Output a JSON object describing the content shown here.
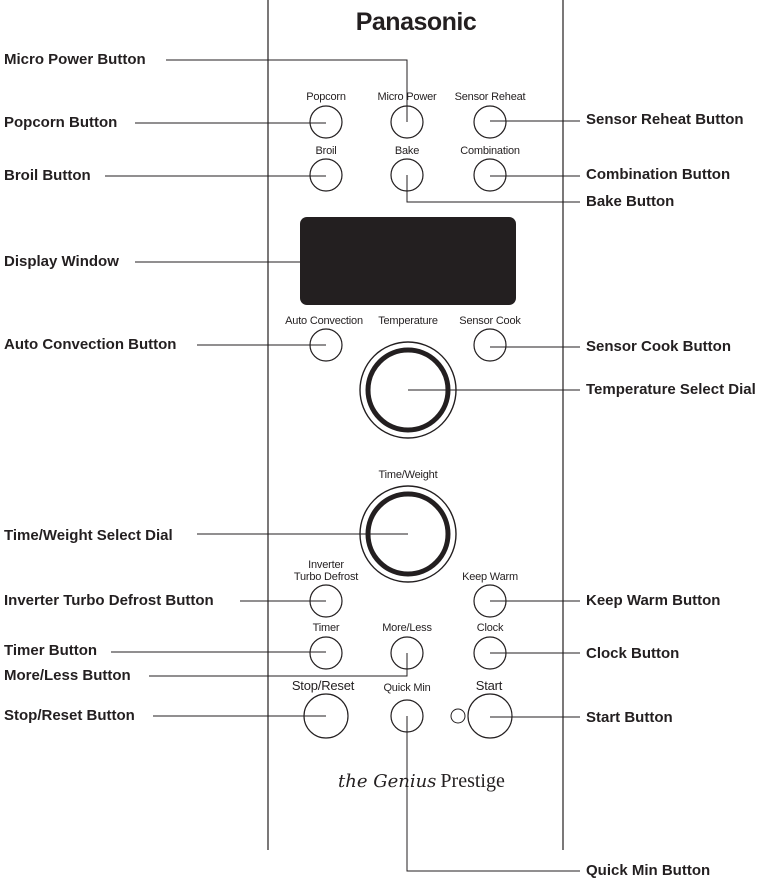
{
  "brand": "Panasonic",
  "series": {
    "genius": "the Genius",
    "prestige": "Prestige"
  },
  "panel_labels": {
    "popcorn": "Popcorn",
    "micro_power": "Micro Power",
    "sensor_reheat": "Sensor Reheat",
    "broil": "Broil",
    "bake": "Bake",
    "combination": "Combination",
    "auto_convection": "Auto Convection",
    "temperature": "Temperature",
    "sensor_cook": "Sensor Cook",
    "time_weight": "Time/Weight",
    "inverter_line1": "Inverter",
    "inverter_line2": "Turbo Defrost",
    "keep_warm": "Keep Warm",
    "timer": "Timer",
    "more_less": "More/Less",
    "clock": "Clock",
    "stop_reset": "Stop/Reset",
    "quick_min": "Quick Min",
    "start": "Start"
  },
  "callouts": {
    "micro_power": "Micro Power Button",
    "popcorn": "Popcorn Button",
    "broil": "Broil Button",
    "display": "Display Window",
    "auto_convection": "Auto Convection Button",
    "time_weight": "Time/Weight Select Dial",
    "inverter": "Inverter Turbo Defrost Button",
    "timer": "Timer Button",
    "more_less": "More/Less Button",
    "stop_reset": "Stop/Reset Button",
    "sensor_reheat": "Sensor Reheat Button",
    "combination": "Combination Button",
    "bake": "Bake Button",
    "sensor_cook": "Sensor Cook Button",
    "temperature": "Temperature Select Dial",
    "keep_warm": "Keep Warm Button",
    "clock": "Clock Button",
    "start": "Start Button",
    "quick_min": "Quick Min Button"
  }
}
